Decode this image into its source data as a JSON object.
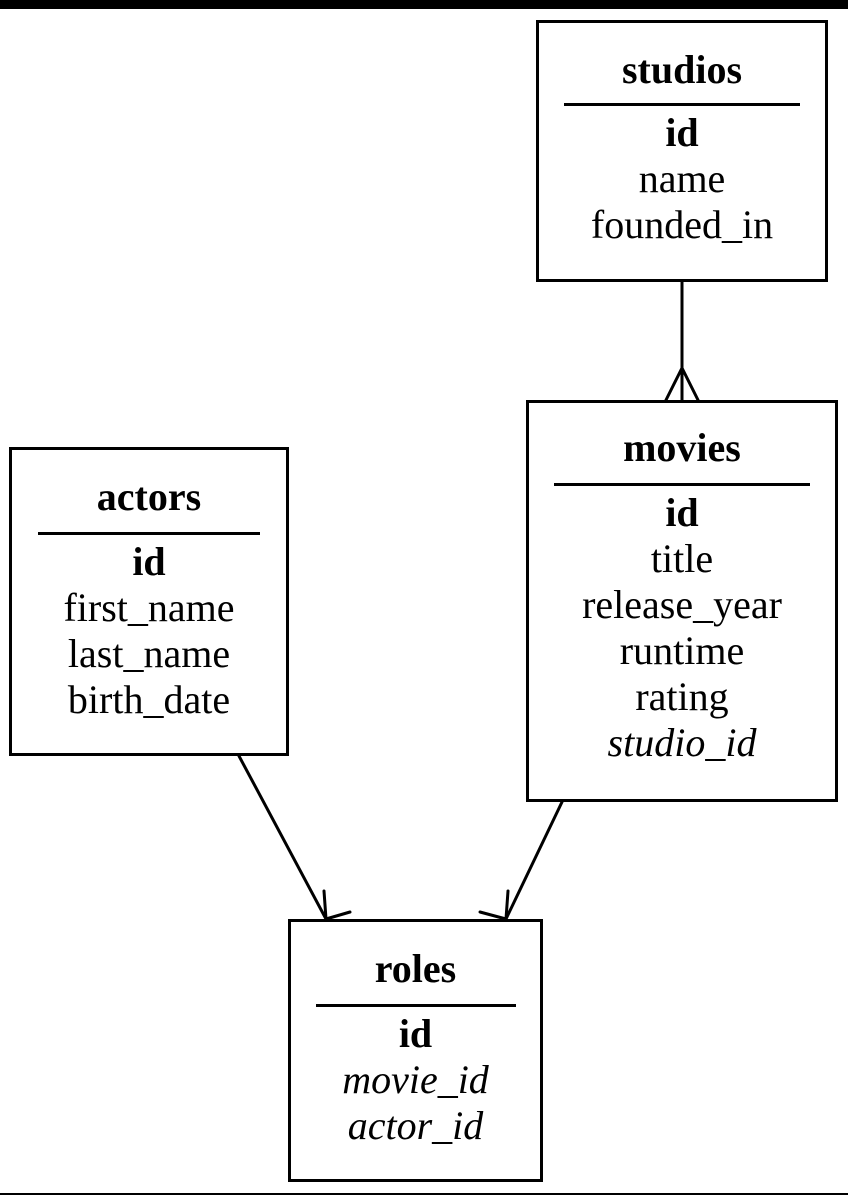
{
  "entities": {
    "studios": {
      "title": "studios",
      "fields": [
        {
          "name": "id",
          "kind": "pk"
        },
        {
          "name": "name",
          "kind": "plain"
        },
        {
          "name": "founded_in",
          "kind": "plain"
        }
      ]
    },
    "movies": {
      "title": "movies",
      "fields": [
        {
          "name": "id",
          "kind": "pk"
        },
        {
          "name": "title",
          "kind": "plain"
        },
        {
          "name": "release_year",
          "kind": "plain"
        },
        {
          "name": "runtime",
          "kind": "plain"
        },
        {
          "name": "rating",
          "kind": "plain"
        },
        {
          "name": "studio_id",
          "kind": "fk"
        }
      ]
    },
    "actors": {
      "title": "actors",
      "fields": [
        {
          "name": "id",
          "kind": "pk"
        },
        {
          "name": "first_name",
          "kind": "plain"
        },
        {
          "name": "last_name",
          "kind": "plain"
        },
        {
          "name": "birth_date",
          "kind": "plain"
        }
      ]
    },
    "roles": {
      "title": "roles",
      "fields": [
        {
          "name": "id",
          "kind": "pk"
        },
        {
          "name": "movie_id",
          "kind": "fk"
        },
        {
          "name": "actor_id",
          "kind": "fk"
        }
      ]
    }
  },
  "relationships": [
    {
      "from": "studios",
      "to": "movies",
      "cardinality": "one-to-many"
    },
    {
      "from": "actors",
      "to": "roles",
      "cardinality": "one-to-many"
    },
    {
      "from": "movies",
      "to": "roles",
      "cardinality": "one-to-many"
    }
  ],
  "colors": {
    "line": "#000000",
    "background": "#ffffff"
  }
}
